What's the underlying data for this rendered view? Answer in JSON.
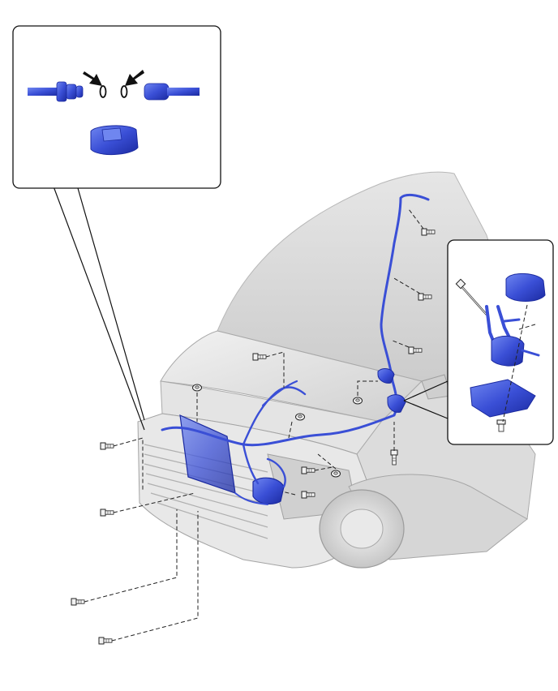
{
  "colors": {
    "part_blue": "#3a4fd6",
    "part_blue_dark": "#1b2aa0",
    "part_blue_light": "#6f86f0",
    "vehicle_gray": "#d9d9d9",
    "vehicle_shadow": "#b4b4b4",
    "line_black": "#111111"
  },
  "icons": {
    "arrow": "arrow-icon",
    "o_ring": "o-ring-icon",
    "bolt": "bolt-icon",
    "nut": "nut-icon",
    "clip": "clip-icon"
  },
  "callouts": {
    "top_left": {
      "items": [
        "hose-end-left",
        "o-ring-left",
        "o-ring-right",
        "hose-end-right",
        "connector-clip"
      ],
      "arrow_count": 2
    },
    "right": {
      "items": [
        "long-bolt",
        "reservoir-cap",
        "reservoir-pump",
        "bracket",
        "small-bolt"
      ]
    }
  },
  "fasteners": {
    "bolt_count": 13,
    "nut_count": 4
  }
}
